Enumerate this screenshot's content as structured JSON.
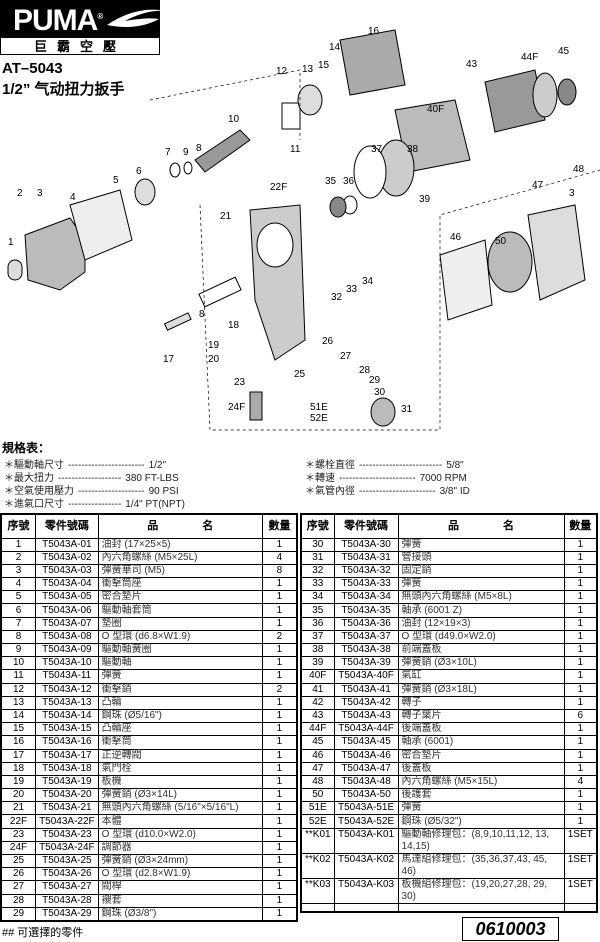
{
  "brand": {
    "name": "PUMA",
    "registered": "®",
    "subtitle": "巨霸空壓"
  },
  "model": "AT–5043",
  "title": "1/2”  气动扭力扳手",
  "diagram": {
    "callouts": [
      "1",
      "2",
      "3",
      "4",
      "5",
      "6",
      "7",
      "9",
      "8",
      "10",
      "11",
      "12",
      "13",
      "15",
      "14",
      "16",
      "43",
      "44F",
      "45",
      "40F",
      "37",
      "38",
      "35",
      "36",
      "39",
      "3",
      "48",
      "47",
      "22F",
      "21",
      "46",
      "50",
      "32",
      "33",
      "34",
      "18",
      "8",
      "17",
      "19",
      "20",
      "26",
      "27",
      "25",
      "28",
      "29",
      "30",
      "31",
      "23",
      "24F",
      "51E",
      "52E"
    ]
  },
  "specs": {
    "heading": "規格表：",
    "items": [
      {
        "label": "＊驅動軸尺寸",
        "dashes": "-----------------------",
        "value": "1/2\""
      },
      {
        "label": "＊最大扭力",
        "dashes": "-------------------",
        "value": "380 FT-LBS"
      },
      {
        "label": "＊空氣使用壓力",
        "dashes": "--------------------",
        "value": "90 PSI"
      },
      {
        "label": "＊進氣口尺寸",
        "dashes": "----------------",
        "value": "1/4\" PT(NPT)"
      },
      {
        "label": "＊螺栓直徑",
        "dashes": "-------------------------",
        "value": "5/8\""
      },
      {
        "label": "＊轉速",
        "dashes": "-----------------------",
        "value": "7000 RPM"
      },
      {
        "label": "＊氣管內徑",
        "dashes": "-----------------------",
        "value": "3/8\" ID"
      }
    ]
  },
  "table": {
    "headers": [
      "序號",
      "零件號碼",
      "品　　　　名",
      "數量"
    ],
    "left": [
      [
        "1",
        "T5043A-01",
        "油封 (17×25×5)",
        "1"
      ],
      [
        "2",
        "T5043A-02",
        "內六角螺絲 (M5×25L)",
        "4"
      ],
      [
        "3",
        "T5043A-03",
        "彈簧華司 (M5)",
        "8"
      ],
      [
        "4",
        "T5043A-04",
        "衝擊筒座",
        "1"
      ],
      [
        "5",
        "T5043A-05",
        "密合墊片",
        "1"
      ],
      [
        "6",
        "T5043A-06",
        "驅動軸套筒",
        "1"
      ],
      [
        "7",
        "T5043A-07",
        "墊圈",
        "1"
      ],
      [
        "8",
        "T5043A-08",
        "O 型環 (d6.8×W1.9)",
        "2"
      ],
      [
        "9",
        "T5043A-09",
        "驅動軸簧圈",
        "1"
      ],
      [
        "10",
        "T5043A-10",
        "驅動軸",
        "1"
      ],
      [
        "11",
        "T5043A-11",
        "彈簧",
        "1"
      ],
      [
        "12",
        "T5043A-12",
        "衝擊銷",
        "2"
      ],
      [
        "13",
        "T5043A-13",
        "凸輪",
        "1"
      ],
      [
        "14",
        "T5043A-14",
        "鋼珠 (Ø5/16\")",
        "1"
      ],
      [
        "15",
        "T5043A-15",
        "凸輪座",
        "1"
      ],
      [
        "16",
        "T5043A-16",
        "衝擊筒",
        "1"
      ],
      [
        "17",
        "T5043A-17",
        "正逆轉閥",
        "1"
      ],
      [
        "18",
        "T5043A-18",
        "氣門栓",
        "1"
      ],
      [
        "19",
        "T5043A-19",
        "板機",
        "1"
      ],
      [
        "20",
        "T5043A-20",
        "彈簧銷 (Ø3×14L)",
        "1"
      ],
      [
        "21",
        "T5043A-21",
        "無頭內六角螺絲 (5/16\"×5/16\"L)",
        "1"
      ],
      [
        "22F",
        "T5043A-22F",
        "本體",
        "1"
      ],
      [
        "23",
        "T5043A-23",
        "O 型環 (d10.0×W2.0)",
        "1"
      ],
      [
        "24F",
        "T5043A-24F",
        "調節器",
        "1"
      ],
      [
        "25",
        "T5043A-25",
        "彈簧銷 (Ø3×24mm)",
        "1"
      ],
      [
        "26",
        "T5043A-26",
        "O 型環 (d2.8×W1.9)",
        "1"
      ],
      [
        "27",
        "T5043A-27",
        "閥桿",
        "1"
      ],
      [
        "28",
        "T5043A-28",
        "襯套",
        "1"
      ],
      [
        "29",
        "T5043A-29",
        "鋼珠 (Ø3/8\")",
        "1"
      ]
    ],
    "right": [
      [
        "30",
        "T5043A-30",
        "彈簧",
        "1"
      ],
      [
        "31",
        "T5043A-31",
        "管接頭",
        "1"
      ],
      [
        "32",
        "T5043A-32",
        "固定銷",
        "1"
      ],
      [
        "33",
        "T5043A-33",
        "彈簧",
        "1"
      ],
      [
        "34",
        "T5043A-34",
        "無頭內六角螺絲 (M5×8L)",
        "1"
      ],
      [
        "35",
        "T5043A-35",
        "軸承 (6001 Z)",
        "1"
      ],
      [
        "36",
        "T5043A-36",
        "油封 (12×19×3)",
        "1"
      ],
      [
        "37",
        "T5043A-37",
        "O 型環 (d49.0×W2.0)",
        "1"
      ],
      [
        "38",
        "T5043A-38",
        "前端蓋板",
        "1"
      ],
      [
        "39",
        "T5043A-39",
        "彈簧銷 (Ø3×10L)",
        "1"
      ],
      [
        "40F",
        "T5043A-40F",
        "氣缸",
        "1"
      ],
      [
        "41",
        "T5043A-41",
        "彈簧銷 (Ø3×18L)",
        "1"
      ],
      [
        "42",
        "T5043A-42",
        "轉子",
        "1"
      ],
      [
        "43",
        "T5043A-43",
        "轉子葉片",
        "6"
      ],
      [
        "44F",
        "T5043A-44F",
        "後端蓋板",
        "1"
      ],
      [
        "45",
        "T5043A-45",
        "軸承 (6001)",
        "1"
      ],
      [
        "46",
        "T5043A-46",
        "密合墊片",
        "1"
      ],
      [
        "47",
        "T5043A-47",
        "後蓋板",
        "1"
      ],
      [
        "48",
        "T5043A-48",
        "內六角螺絲 (M5×15L)",
        "4"
      ],
      [
        "50",
        "T5043A-50",
        "後護套",
        "1"
      ],
      [
        "51E",
        "T5043A-51E",
        "彈簧",
        "1"
      ],
      [
        "52E",
        "T5043A-52E",
        "鋼珠 (Ø5/32\")",
        "1"
      ],
      [
        "**K01",
        "T5043A-K01",
        "驅動軸修理包：(8,9,10,11,12, 13, 14,15)",
        "1SET"
      ],
      [
        "**K02",
        "T5043A-K02",
        "馬達組修理包：(35,36,37,43, 45, 46)",
        "1SET"
      ],
      [
        "**K03",
        "T5043A-K03",
        "板機組修理包：(19,20,27,28, 29, 30)",
        "1SET"
      ]
    ]
  },
  "footnote": "## 可選擇的零件",
  "doc_code": "0610003"
}
